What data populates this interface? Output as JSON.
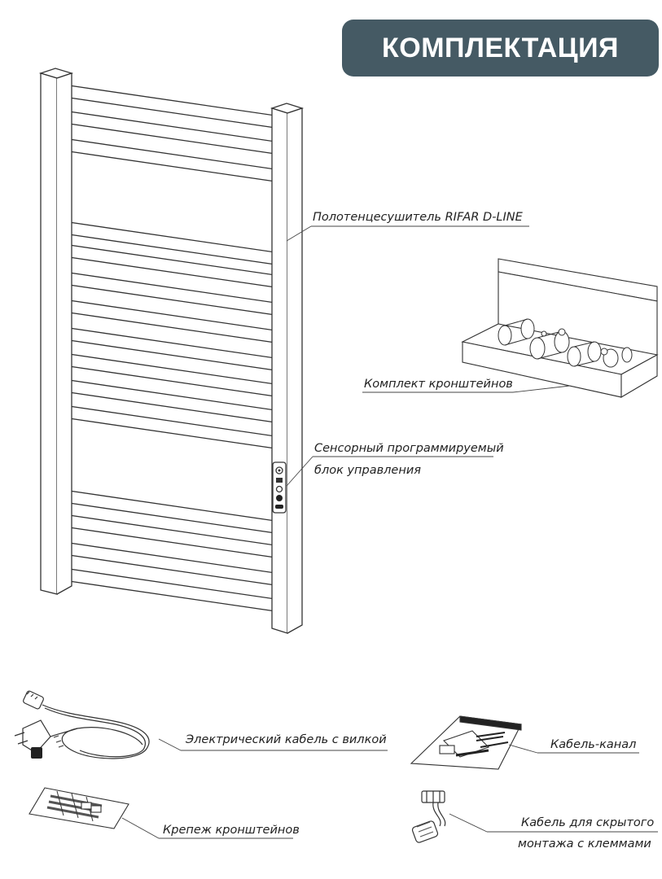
{
  "title": "КОМПЛЕКТАЦИЯ",
  "labels": {
    "towel_warmer": "Полотенцесушитель RIFAR D-LINE",
    "bracket_kit": "Комплект кронштейнов",
    "control_unit_line1": "Сенсорный программируемый",
    "control_unit_line2": "блок управления",
    "power_cable": "Электрический кабель с вилкой",
    "cable_channel": "Кабель-канал",
    "bracket_fasteners": "Крепеж кронштейнов",
    "hidden_cable_line1": "Кабель для скрытого",
    "hidden_cable_line2": "монтажа с клеммами"
  },
  "colors": {
    "badge": "#455a64",
    "badge_text": "#ffffff",
    "line": "#333333"
  }
}
